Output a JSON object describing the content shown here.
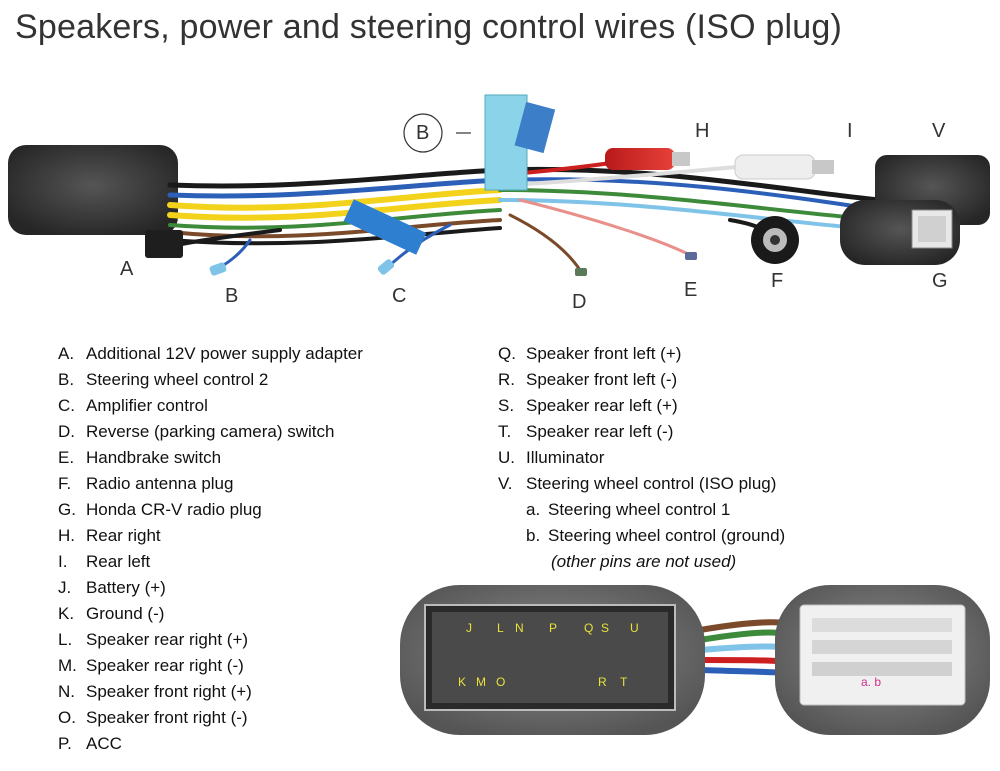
{
  "title": "Speakers, power and steering control wires (ISO plug)",
  "callouts": {
    "A": "A",
    "B": "B",
    "C": "C",
    "D": "D",
    "E": "E",
    "F": "F",
    "G": "G",
    "H": "H",
    "I": "I",
    "V": "V",
    "B_circle": "B"
  },
  "legend_left": [
    {
      "key": "A.",
      "text": "Additional 12V power supply adapter"
    },
    {
      "key": "B.",
      "text": "Steering wheel control 2"
    },
    {
      "key": "C.",
      "text": "Amplifier control"
    },
    {
      "key": "D.",
      "text": "Reverse (parking camera) switch"
    },
    {
      "key": "E.",
      "text": "Handbrake switch"
    },
    {
      "key": "F.",
      "text": "Radio antenna plug"
    },
    {
      "key": "G.",
      "text": "Honda CR-V radio plug"
    },
    {
      "key": "H.",
      "text": "Rear right"
    },
    {
      "key": "I.",
      "text": "Rear left"
    },
    {
      "key": "J.",
      "text": "Battery (+)"
    },
    {
      "key": "K.",
      "text": "Ground (-)"
    },
    {
      "key": "L.",
      "text": "Speaker rear right (+)"
    },
    {
      "key": "M.",
      "text": "Speaker rear right (-)"
    },
    {
      "key": "N.",
      "text": "Speaker front right (+)"
    },
    {
      "key": "O.",
      "text": "Speaker front right (-)"
    },
    {
      "key": "P.",
      "text": "ACC"
    }
  ],
  "legend_right": [
    {
      "key": "Q.",
      "text": "Speaker front left (+)"
    },
    {
      "key": "R.",
      "text": "Speaker front left (-)"
    },
    {
      "key": "S.",
      "text": "Speaker rear left (+)"
    },
    {
      "key": "T.",
      "text": "Speaker rear left (-)"
    },
    {
      "key": "U.",
      "text": "Illuminator"
    },
    {
      "key": "V.",
      "text": "Steering wheel control (ISO plug)"
    }
  ],
  "legend_sub": [
    {
      "key": "a.",
      "text": "Steering wheel control 1"
    },
    {
      "key": "b.",
      "text": "Steering wheel control (ground)"
    }
  ],
  "legend_note": "(other pins are not used)",
  "pins_top": [
    "J",
    "L",
    "N",
    "P",
    "Q",
    "S",
    "U"
  ],
  "pins_bottom": [
    "K",
    "M",
    "O",
    "R",
    "T"
  ],
  "pins_ab": "a. b",
  "colors": {
    "foam": "#3a3a3a",
    "yellow": "#f2d21a",
    "red": "#cc1f1f",
    "blue": "#2b5fb8",
    "green": "#3c8a3a",
    "light_blue": "#7fc3e8"
  }
}
